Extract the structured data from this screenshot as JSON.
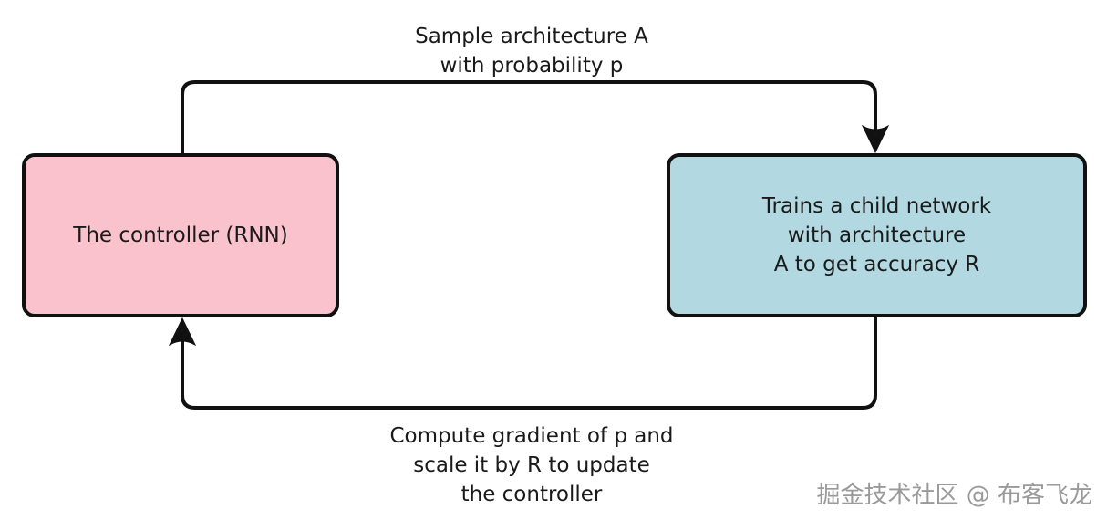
{
  "diagram": {
    "controller_box": {
      "label": "The controller (RNN)",
      "fill": "#f9c2cc"
    },
    "child_box": {
      "line1": "Trains a child network",
      "line2": "with architecture",
      "line3": "A to get accuracy R",
      "fill": "#b2d9e2"
    },
    "top_edge_label": {
      "line1": "Sample architecture A",
      "line2": "with probability p"
    },
    "bottom_edge_label": {
      "line1": "Compute gradient of p and",
      "line2": "scale it by R to update",
      "line3": "the controller"
    },
    "watermark": {
      "text": "掘金技术社区 @ 布客飞龙",
      "color": "#9a9a9a"
    },
    "colors": {
      "line": "#111111",
      "background": "#ffffff",
      "text": "#1a1a1a"
    }
  }
}
